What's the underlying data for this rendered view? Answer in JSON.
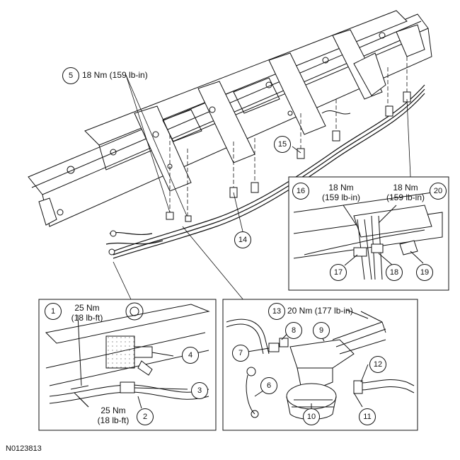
{
  "figure_id": "N0123813",
  "callouts": {
    "c1": "1",
    "c2": "2",
    "c3": "3",
    "c4": "4",
    "c5": "5",
    "c6": "6",
    "c7": "7",
    "c8": "8",
    "c9": "9",
    "c10": "10",
    "c11": "11",
    "c12": "12",
    "c13": "13",
    "c14": "14",
    "c15": "15",
    "c16": "16",
    "c17": "17",
    "c18": "18",
    "c19": "19",
    "c20": "20"
  },
  "torque": {
    "t5": "18 Nm (159 lb-in)",
    "t1_line1": "25 Nm",
    "t1_line2": "(18 lb-ft)",
    "t2_line1": "25 Nm",
    "t2_line2": "(18 lb-ft)",
    "t13": "20 Nm (177 lb-in)",
    "t16_line1": "18 Nm",
    "t16_line2": "(159 lb-in)",
    "t20_line1": "18 Nm",
    "t20_line2": "(159 lb-in)"
  },
  "colors": {
    "line": "#111111",
    "background": "#ffffff"
  }
}
